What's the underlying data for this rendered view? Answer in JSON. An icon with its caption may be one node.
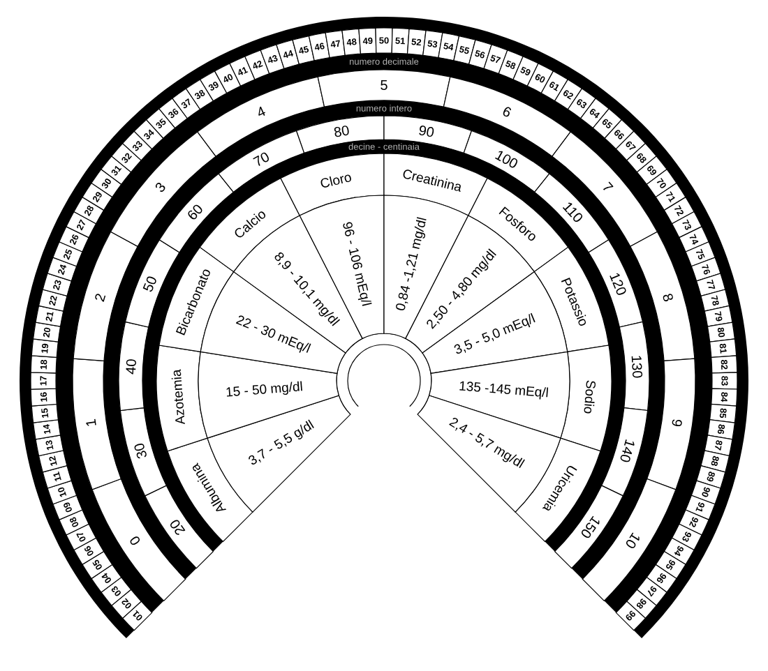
{
  "diagram": {
    "nodes": [
      {
        "text": [
          "01"
        ]
      },
      {
        "text": [
          "02"
        ]
      },
      {
        "text": [
          "03"
        ]
      },
      {
        "text": [
          "04"
        ]
      },
      {
        "text": [
          "05"
        ]
      },
      {
        "text": [
          "06"
        ]
      },
      {
        "text": [
          "07"
        ]
      },
      {
        "text": [
          "08"
        ]
      },
      {
        "text": [
          "09"
        ]
      },
      {
        "text": [
          "10"
        ]
      },
      {
        "text": [
          "11"
        ]
      },
      {
        "text": [
          "12"
        ]
      },
      {
        "text": [
          "13"
        ]
      },
      {
        "text": [
          "14"
        ]
      },
      {
        "text": [
          "15"
        ]
      },
      {
        "text": [
          "16"
        ]
      },
      {
        "text": [
          "17"
        ]
      },
      {
        "text": [
          "18"
        ]
      },
      {
        "text": [
          "19"
        ]
      },
      {
        "text": [
          "20"
        ]
      },
      {
        "text": [
          "21"
        ]
      },
      {
        "text": [
          "22"
        ]
      },
      {
        "text": [
          "23"
        ]
      },
      {
        "text": [
          "24"
        ]
      },
      {
        "text": [
          "25"
        ]
      },
      {
        "text": [
          "26"
        ]
      },
      {
        "text": [
          "27"
        ]
      },
      {
        "text": [
          "28"
        ]
      },
      {
        "text": [
          "29"
        ]
      },
      {
        "text": [
          "30"
        ]
      },
      {
        "text": [
          "31"
        ]
      },
      {
        "text": [
          "32"
        ]
      },
      {
        "text": [
          "33"
        ]
      },
      {
        "text": [
          "34"
        ]
      },
      {
        "text": [
          "35"
        ]
      },
      {
        "text": [
          "36"
        ]
      },
      {
        "text": [
          "37"
        ]
      },
      {
        "text": [
          "38"
        ]
      },
      {
        "text": [
          "39"
        ]
      },
      {
        "text": [
          "40"
        ]
      },
      {
        "text": [
          "41"
        ]
      },
      {
        "text": [
          "42"
        ]
      },
      {
        "text": [
          "43"
        ]
      },
      {
        "text": [
          "44"
        ]
      },
      {
        "text": [
          "45"
        ]
      },
      {
        "text": [
          "46"
        ]
      },
      {
        "text": [
          "47"
        ]
      },
      {
        "text": [
          "48"
        ]
      },
      {
        "text": [
          "49"
        ]
      },
      {
        "text": [
          "50"
        ]
      },
      {
        "text": [
          "51"
        ]
      },
      {
        "text": [
          "52"
        ]
      },
      {
        "text": [
          "53"
        ]
      },
      {
        "text": [
          "54"
        ]
      },
      {
        "text": [
          "55"
        ]
      },
      {
        "text": [
          "56"
        ]
      },
      {
        "text": [
          "57"
        ]
      },
      {
        "text": [
          "58"
        ]
      },
      {
        "text": [
          "59"
        ]
      },
      {
        "text": [
          "60"
        ]
      },
      {
        "text": [
          "61"
        ]
      },
      {
        "text": [
          "62"
        ]
      },
      {
        "text": [
          "63"
        ]
      },
      {
        "text": [
          "64"
        ]
      },
      {
        "text": [
          "65"
        ]
      },
      {
        "text": [
          "66"
        ]
      },
      {
        "text": [
          "67"
        ]
      },
      {
        "text": [
          "68"
        ]
      },
      {
        "text": [
          "69"
        ]
      },
      {
        "text": [
          "70"
        ]
      },
      {
        "text": [
          "71"
        ]
      },
      {
        "text": [
          "72"
        ]
      },
      {
        "text": [
          "73"
        ]
      },
      {
        "text": [
          "74"
        ]
      },
      {
        "text": [
          "75"
        ]
      },
      {
        "text": [
          "76"
        ]
      },
      {
        "text": [
          "77"
        ]
      },
      {
        "text": [
          "78"
        ]
      },
      {
        "text": [
          "79"
        ]
      },
      {
        "text": [
          "80"
        ]
      },
      {
        "text": [
          "81"
        ]
      },
      {
        "text": [
          "82"
        ]
      },
      {
        "text": [
          "83"
        ]
      },
      {
        "text": [
          "84"
        ]
      },
      {
        "text": [
          "85"
        ]
      },
      {
        "text": [
          "86"
        ]
      },
      {
        "text": [
          "87"
        ]
      },
      {
        "text": [
          "88"
        ]
      },
      {
        "text": [
          "89"
        ]
      },
      {
        "text": [
          "90"
        ]
      },
      {
        "text": [
          "91"
        ]
      },
      {
        "text": [
          "92"
        ]
      },
      {
        "text": [
          "93"
        ]
      },
      {
        "text": [
          "94"
        ]
      },
      {
        "text": [
          "95"
        ]
      },
      {
        "text": [
          "96"
        ]
      },
      {
        "text": [
          "97"
        ]
      },
      {
        "text": [
          "98"
        ]
      },
      {
        "text": [
          "99"
        ]
      },
      {
        "text": [
          "numero decimale"
        ]
      },
      {
        "text": [
          "0"
        ]
      },
      {
        "text": [
          "1"
        ]
      },
      {
        "text": [
          "2"
        ]
      },
      {
        "text": [
          "3"
        ]
      },
      {
        "text": [
          "4"
        ]
      },
      {
        "text": [
          "5"
        ]
      },
      {
        "text": [
          "6"
        ]
      },
      {
        "text": [
          "7"
        ]
      },
      {
        "text": [
          "8"
        ]
      },
      {
        "text": [
          "9"
        ]
      },
      {
        "text": [
          "10"
        ]
      },
      {
        "text": [
          "numero intero"
        ]
      },
      {
        "text": [
          "20"
        ]
      },
      {
        "text": [
          "30"
        ]
      },
      {
        "text": [
          "40"
        ]
      },
      {
        "text": [
          "50"
        ]
      },
      {
        "text": [
          "60"
        ]
      },
      {
        "text": [
          "70"
        ]
      },
      {
        "text": [
          "80"
        ]
      },
      {
        "text": [
          "90"
        ]
      },
      {
        "text": [
          "100"
        ]
      },
      {
        "text": [
          "110"
        ]
      },
      {
        "text": [
          "120"
        ]
      },
      {
        "text": [
          "130"
        ]
      },
      {
        "text": [
          "140"
        ]
      },
      {
        "text": [
          "150"
        ]
      },
      {
        "text": [
          "decine - centinaia"
        ]
      },
      {
        "text": [
          "Albumina"
        ]
      },
      {
        "text": [
          "Azotemia"
        ]
      },
      {
        "text": [
          "Bicarbonato"
        ]
      },
      {
        "text": [
          "Calcio"
        ]
      },
      {
        "text": [
          "Cloro"
        ]
      },
      {
        "text": [
          "Creatinina"
        ]
      },
      {
        "text": [
          "Fosforo"
        ]
      },
      {
        "text": [
          "Potassio"
        ]
      },
      {
        "text": [
          "Sodio"
        ]
      },
      {
        "text": [
          "Uricemia"
        ]
      },
      {
        "text": [
          "3,7 - 5,5 g/dl"
        ]
      },
      {
        "text": [
          "15 - 50 mg/dl"
        ]
      },
      {
        "text": [
          "22 - 30 mEq/l"
        ]
      },
      {
        "text": [
          "8,9 - 10,1 mg/dl"
        ]
      },
      {
        "text": [
          "96 - 106 mEq/l"
        ]
      },
      {
        "text": [
          "0,84 -1,21 mg/dl"
        ]
      },
      {
        "text": [
          "2,50 - 4,80 mg/dl"
        ]
      },
      {
        "text": [
          "3,5 - 5,0 mEq/l"
        ]
      },
      {
        "text": [
          "135 -145 mEq/l"
        ]
      },
      {
        "text": [
          "2,4 - 5,7 mg/dl"
        ]
      }
    ]
  }
}
